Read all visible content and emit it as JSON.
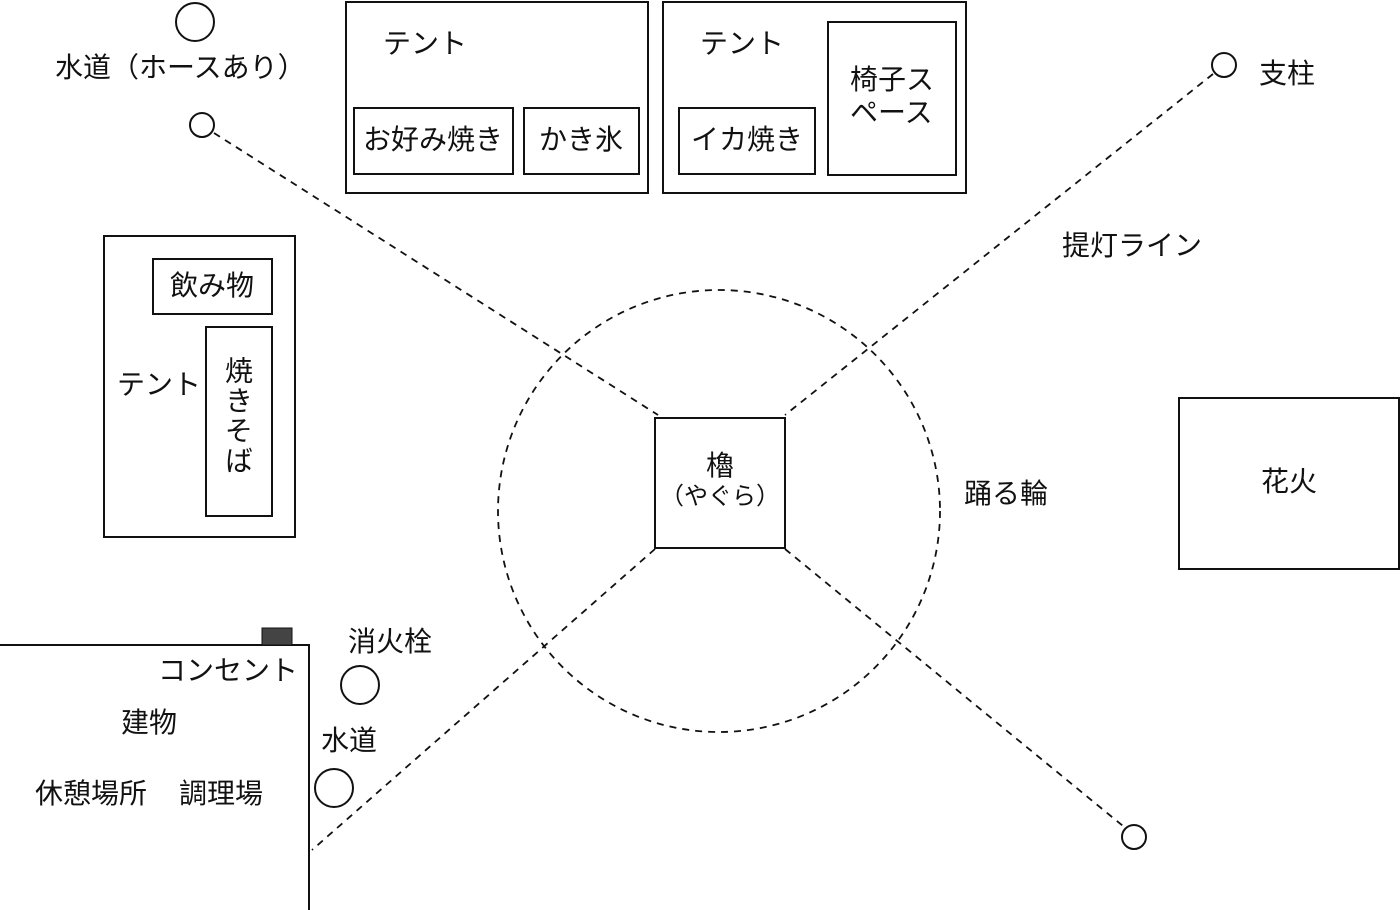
{
  "colors": {
    "stroke": "#111111",
    "background": "#ffffff",
    "outlet_block": "#444444"
  },
  "labels": {
    "water_hose": "水道（ホースあり）",
    "tent_1": "テント",
    "okonomiyaki": "お好み焼き",
    "kakigori": "かき氷",
    "tent_2": "テント",
    "ika_yaki": "イカ焼き",
    "chair_space": [
      "椅子ス",
      "ペース"
    ],
    "pillar": "支柱",
    "lantern_line": "提灯ライン",
    "drinks": "飲み物",
    "tent_3": "テント",
    "yakisoba": "焼きそば",
    "yagura": "櫓",
    "yagura_reading": "（やぐら）",
    "dance_ring": "踊る輪",
    "fireworks": "花火",
    "hydrant": "消火栓",
    "outlet": "コンセント",
    "building": "建物",
    "rest_area": "休憩場所",
    "kitchen": "調理場",
    "water": "水道"
  }
}
